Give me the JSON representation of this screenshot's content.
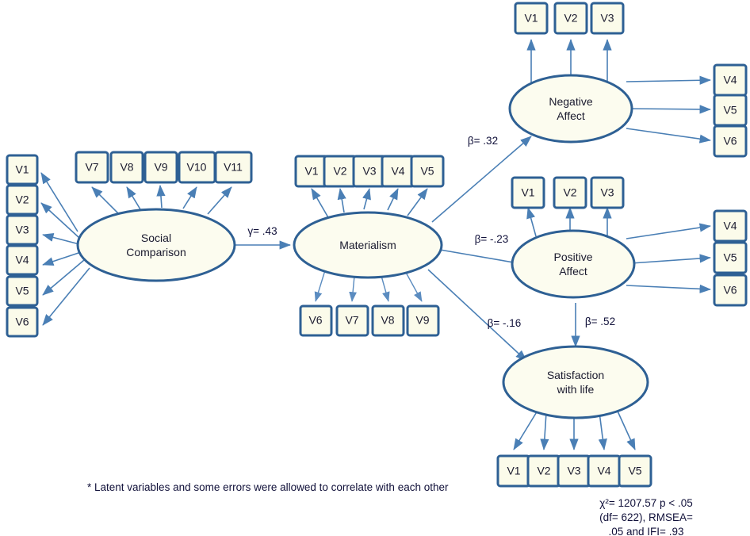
{
  "diagram": {
    "title": "Structural Equation Model Path Diagram",
    "colors": {
      "box_fill": "#fbfbea",
      "box_stroke": "#2e6094",
      "ellipse_fill": "#fcfcef",
      "ellipse_stroke": "#2e6094",
      "arrow": "#4a7fb5",
      "text": "#11113a"
    },
    "latents": [
      {
        "id": "social-comparison",
        "label_line1": "Social",
        "label_line2": "Comparison"
      },
      {
        "id": "materialism",
        "label_line1": "Materialism",
        "label_line2": ""
      },
      {
        "id": "negative-affect",
        "label_line1": "Negative",
        "label_line2": "Affect"
      },
      {
        "id": "positive-affect",
        "label_line1": "Positive",
        "label_line2": "Affect"
      },
      {
        "id": "satisfaction-with-life",
        "label_line1": "Satisfaction",
        "label_line2": "with life"
      }
    ],
    "indicators": {
      "social_comparison_left": [
        "V1",
        "V2",
        "V3",
        "V4",
        "V5",
        "V6"
      ],
      "social_comparison_top": [
        "V7",
        "V8",
        "V9",
        "V10",
        "V11"
      ],
      "materialism_top": [
        "V1",
        "V2",
        "V3",
        "V4",
        "V5"
      ],
      "materialism_bottom": [
        "V6",
        "V7",
        "V8",
        "V9"
      ],
      "negative_affect_top": [
        "V1",
        "V2",
        "V3"
      ],
      "negative_affect_right": [
        "V4",
        "V5",
        "V6"
      ],
      "positive_affect_top": [
        "V1",
        "V2",
        "V3"
      ],
      "positive_affect_right": [
        "V4",
        "V5",
        "V6"
      ],
      "satisfaction_bottom": [
        "V1",
        "V2",
        "V3",
        "V4",
        "V5"
      ]
    },
    "paths": [
      {
        "id": "sc-to-mat",
        "from": "social-comparison",
        "to": "materialism",
        "label": "γ= .43",
        "coefficient": 0.43,
        "parameter": "gamma"
      },
      {
        "id": "mat-to-na",
        "from": "materialism",
        "to": "negative-affect",
        "label": "β= .32",
        "coefficient": 0.32,
        "parameter": "beta"
      },
      {
        "id": "mat-to-pa",
        "from": "materialism",
        "to": "positive-affect",
        "label": "β= -.23",
        "coefficient": -0.23,
        "parameter": "beta"
      },
      {
        "id": "mat-to-swl",
        "from": "materialism",
        "to": "satisfaction-with-life",
        "label": "β= -.16",
        "coefficient": -0.16,
        "parameter": "beta"
      },
      {
        "id": "pa-to-swl",
        "from": "positive-affect",
        "to": "satisfaction-with-life",
        "label": "β= .52",
        "coefficient": 0.52,
        "parameter": "beta"
      }
    ],
    "footnote": "* Latent variables and some errors were allowed to correlate with each other",
    "fit_statistics": {
      "line1": "χ²= 1207.57 p < .05",
      "line2": "(df= 622),  RMSEA=",
      "line3": ".05 and IFI= .93",
      "chi_square": 1207.57,
      "df": 622,
      "p": "< .05",
      "rmsea": 0.05,
      "ifi": 0.93
    }
  }
}
